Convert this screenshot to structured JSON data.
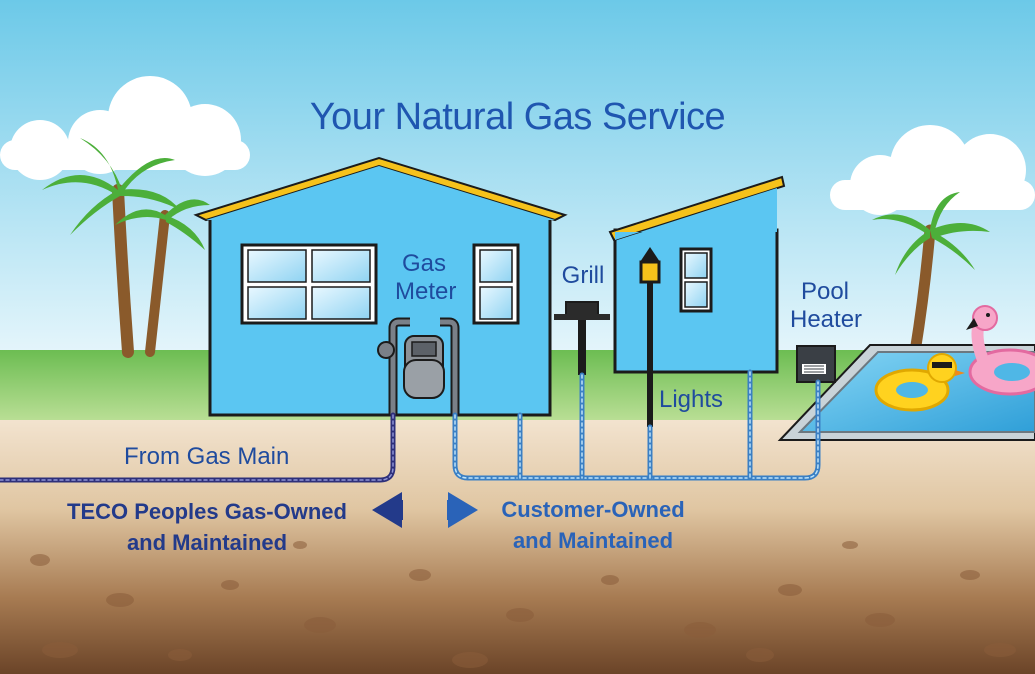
{
  "title": "Your Natural Gas Service",
  "labels": {
    "gas_meter_line1": "Gas",
    "gas_meter_line2": "Meter",
    "grill": "Grill",
    "pool_line1": "Pool",
    "pool_line2": "Heater",
    "lights": "Lights",
    "from_gas_main": "From Gas Main"
  },
  "ownership": {
    "teco_line1": "TECO Peoples Gas-Owned",
    "teco_line2": "and Maintained",
    "customer_line1": "Customer-Owned",
    "customer_line2": "and Maintained"
  },
  "colors": {
    "sky_top": "#7fd0ea",
    "house": "#5bc6f2",
    "roof_trim": "#f6c21b",
    "grass": "#7dc35a",
    "soil": "#7a5234",
    "gas_line_owned": "#3a3f8f",
    "gas_line_customer": "#4a8fd0",
    "pool_water": "#4fb7e6",
    "label_blue": "#1f4fa3"
  },
  "icons": {
    "palm_tree": "palm-tree-icon",
    "gas_meter": "gas-meter-icon",
    "grill": "grill-icon",
    "lamp": "lamp-post-icon",
    "pool_heater": "pool-heater-icon",
    "duck_float": "duck-float-icon",
    "flamingo_float": "flamingo-float-icon"
  }
}
